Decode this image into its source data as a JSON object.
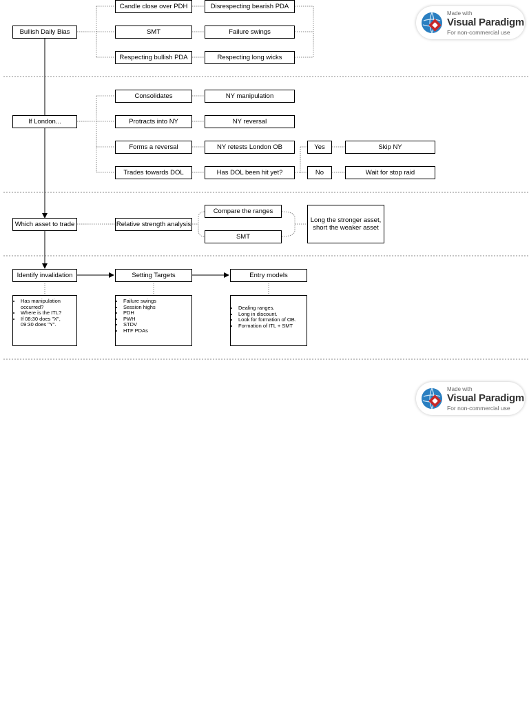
{
  "nodes": {
    "bullish_daily_bias": "Bullish Daily Bias",
    "candle_close_pdh": "Candle close over PDH",
    "disrespecting_bearish_pda": "Disrespecting bearish PDA",
    "smt_top": "SMT",
    "failure_swings": "Failure swings",
    "respecting_bullish_pda": "Respecting bullish PDA",
    "respecting_long_wicks": "Respecting long wicks",
    "if_london": "If London...",
    "consolidates": "Consolidates",
    "ny_manipulation": "NY manipulation",
    "protracts_into_ny": "Protracts into NY",
    "ny_reversal": "NY reversal",
    "forms_a_reversal": "Forms a reversal",
    "ny_retests_london_ob": "NY retests London OB",
    "yes": "Yes",
    "skip_ny": "Skip NY",
    "trades_towards_dol": "Trades towards DOL",
    "has_dol_been_hit": "Has DOL been hit yet?",
    "no": "No",
    "wait_for_stop_raid": "Wait for stop raid",
    "which_asset": "Which asset to trade",
    "relative_strength": "Relative strength analysis",
    "compare_ranges": "Compare the ranges",
    "smt_mid": "SMT",
    "long_stronger": "Long the stronger asset, short the weaker asset",
    "identify_invalidation": "Identify invalidation",
    "setting_targets": "Setting Targets",
    "entry_models": "Entry models"
  },
  "notes": {
    "invalidation": [
      "Has manipulation occurred?",
      "Where is the ITL?",
      "If 08:30 does \"X\", 09:30 does \"Y\"."
    ],
    "targets": [
      "Failure swings",
      "Session highs",
      "PDH",
      "PWH",
      "STDV",
      "HTF PDAs"
    ],
    "entry": [
      "Dealing ranges.",
      "Long in discount.",
      "Look for formation of OB.",
      "Formation of ITL + SMT"
    ]
  },
  "watermark": {
    "made_with": "Made with",
    "brand": "Visual Paradigm",
    "subtitle": "For non-commercial use"
  }
}
